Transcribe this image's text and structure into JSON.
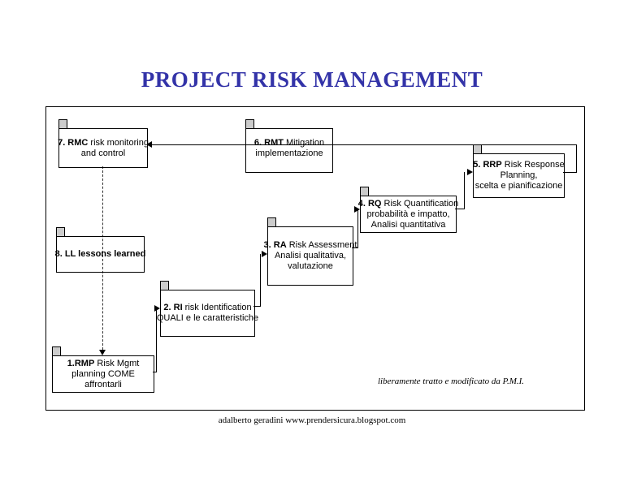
{
  "title": "PROJECT RISK MANAGEMENT",
  "credit": "liberamente tratto e modificato da P.M.I.",
  "footer": "adalberto geradini www.prendersicura.blogspot.com",
  "colors": {
    "title_color": "#3333A8",
    "tab_fill": "#CCCCCC",
    "line_color": "#000000"
  },
  "icons": {
    "note_tab": "small gray square tab at top-left of each box",
    "arrowhead": "solid black triangle"
  },
  "boxes": {
    "b1": {
      "bold": "1.RMP",
      "rest": " Risk Mgmt",
      "line2": "planning COME",
      "line3": "affrontarli"
    },
    "b2": {
      "bold": "2. RI",
      "rest": " risk Identification",
      "line2": "QUALI e le caratteristiche"
    },
    "b3": {
      "bold": "3. RA",
      "rest": " Risk Assessment",
      "line2": "Analisi qualitativa,",
      "line3": "valutazione"
    },
    "b4": {
      "bold": "4. RQ",
      "rest": " Risk Quantification",
      "line2": "probabilità e impatto,",
      "line3": "Analisi quantitativa"
    },
    "b5": {
      "bold": "5. RRP",
      "rest": " Risk Response",
      "line2": "Planning,",
      "line3": "scelta e  pianificazione"
    },
    "b6": {
      "bold": "6. RMT",
      "rest": " Mitigation",
      "line2": "implementazione"
    },
    "b7": {
      "bold": "7. RMC",
      "rest": " risk monitoring",
      "line2": "and control"
    },
    "b8": {
      "bold": "8. LL lessons learned",
      "rest": ""
    }
  }
}
